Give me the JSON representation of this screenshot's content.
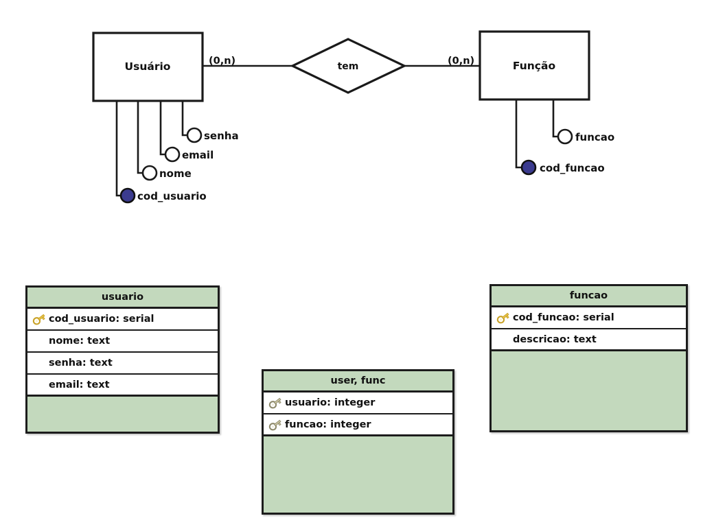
{
  "diagram": {
    "title_text": "",
    "colors": {
      "table_fill": "#c3d9bd",
      "row_fill": "#ffffff",
      "border": "#1c1c1c",
      "key_attribute_fill": "#3b3b8f",
      "key_icon_gold": "#e8c44a",
      "key_icon_grey": "#b8b490"
    },
    "conceptual": {
      "entities": [
        {
          "name": "Usuário",
          "side": "left"
        },
        {
          "name": "Função",
          "side": "right"
        }
      ],
      "relationship": {
        "name": "tem"
      },
      "cardinalities": [
        {
          "label": "(0,n)",
          "side": "left"
        },
        {
          "label": "(0,n)",
          "side": "right"
        }
      ],
      "attributes_usuario": [
        {
          "name": "cod_usuario",
          "is_key": true
        },
        {
          "name": "nome",
          "is_key": false
        },
        {
          "name": "email",
          "is_key": false
        },
        {
          "name": "senha",
          "is_key": false
        }
      ],
      "attributes_funcao": [
        {
          "name": "cod_funcao",
          "is_key": true
        },
        {
          "name": "funcao",
          "is_key": false
        }
      ]
    },
    "tables": [
      {
        "id": "usuario",
        "header": "usuario",
        "columns": [
          {
            "text": "cod_usuario: serial",
            "key": "gold"
          },
          {
            "text": "nome: text",
            "key": "none"
          },
          {
            "text": "senha: text",
            "key": "none"
          },
          {
            "text": "email: text",
            "key": "none"
          }
        ]
      },
      {
        "id": "user_func",
        "header": "user, func",
        "columns": [
          {
            "text": "usuario: integer",
            "key": "grey"
          },
          {
            "text": "funcao: integer",
            "key": "grey"
          }
        ]
      },
      {
        "id": "funcao",
        "header": "funcao",
        "columns": [
          {
            "text": "cod_funcao: serial",
            "key": "gold"
          },
          {
            "text": "descricao: text",
            "key": "none"
          }
        ]
      }
    ]
  }
}
